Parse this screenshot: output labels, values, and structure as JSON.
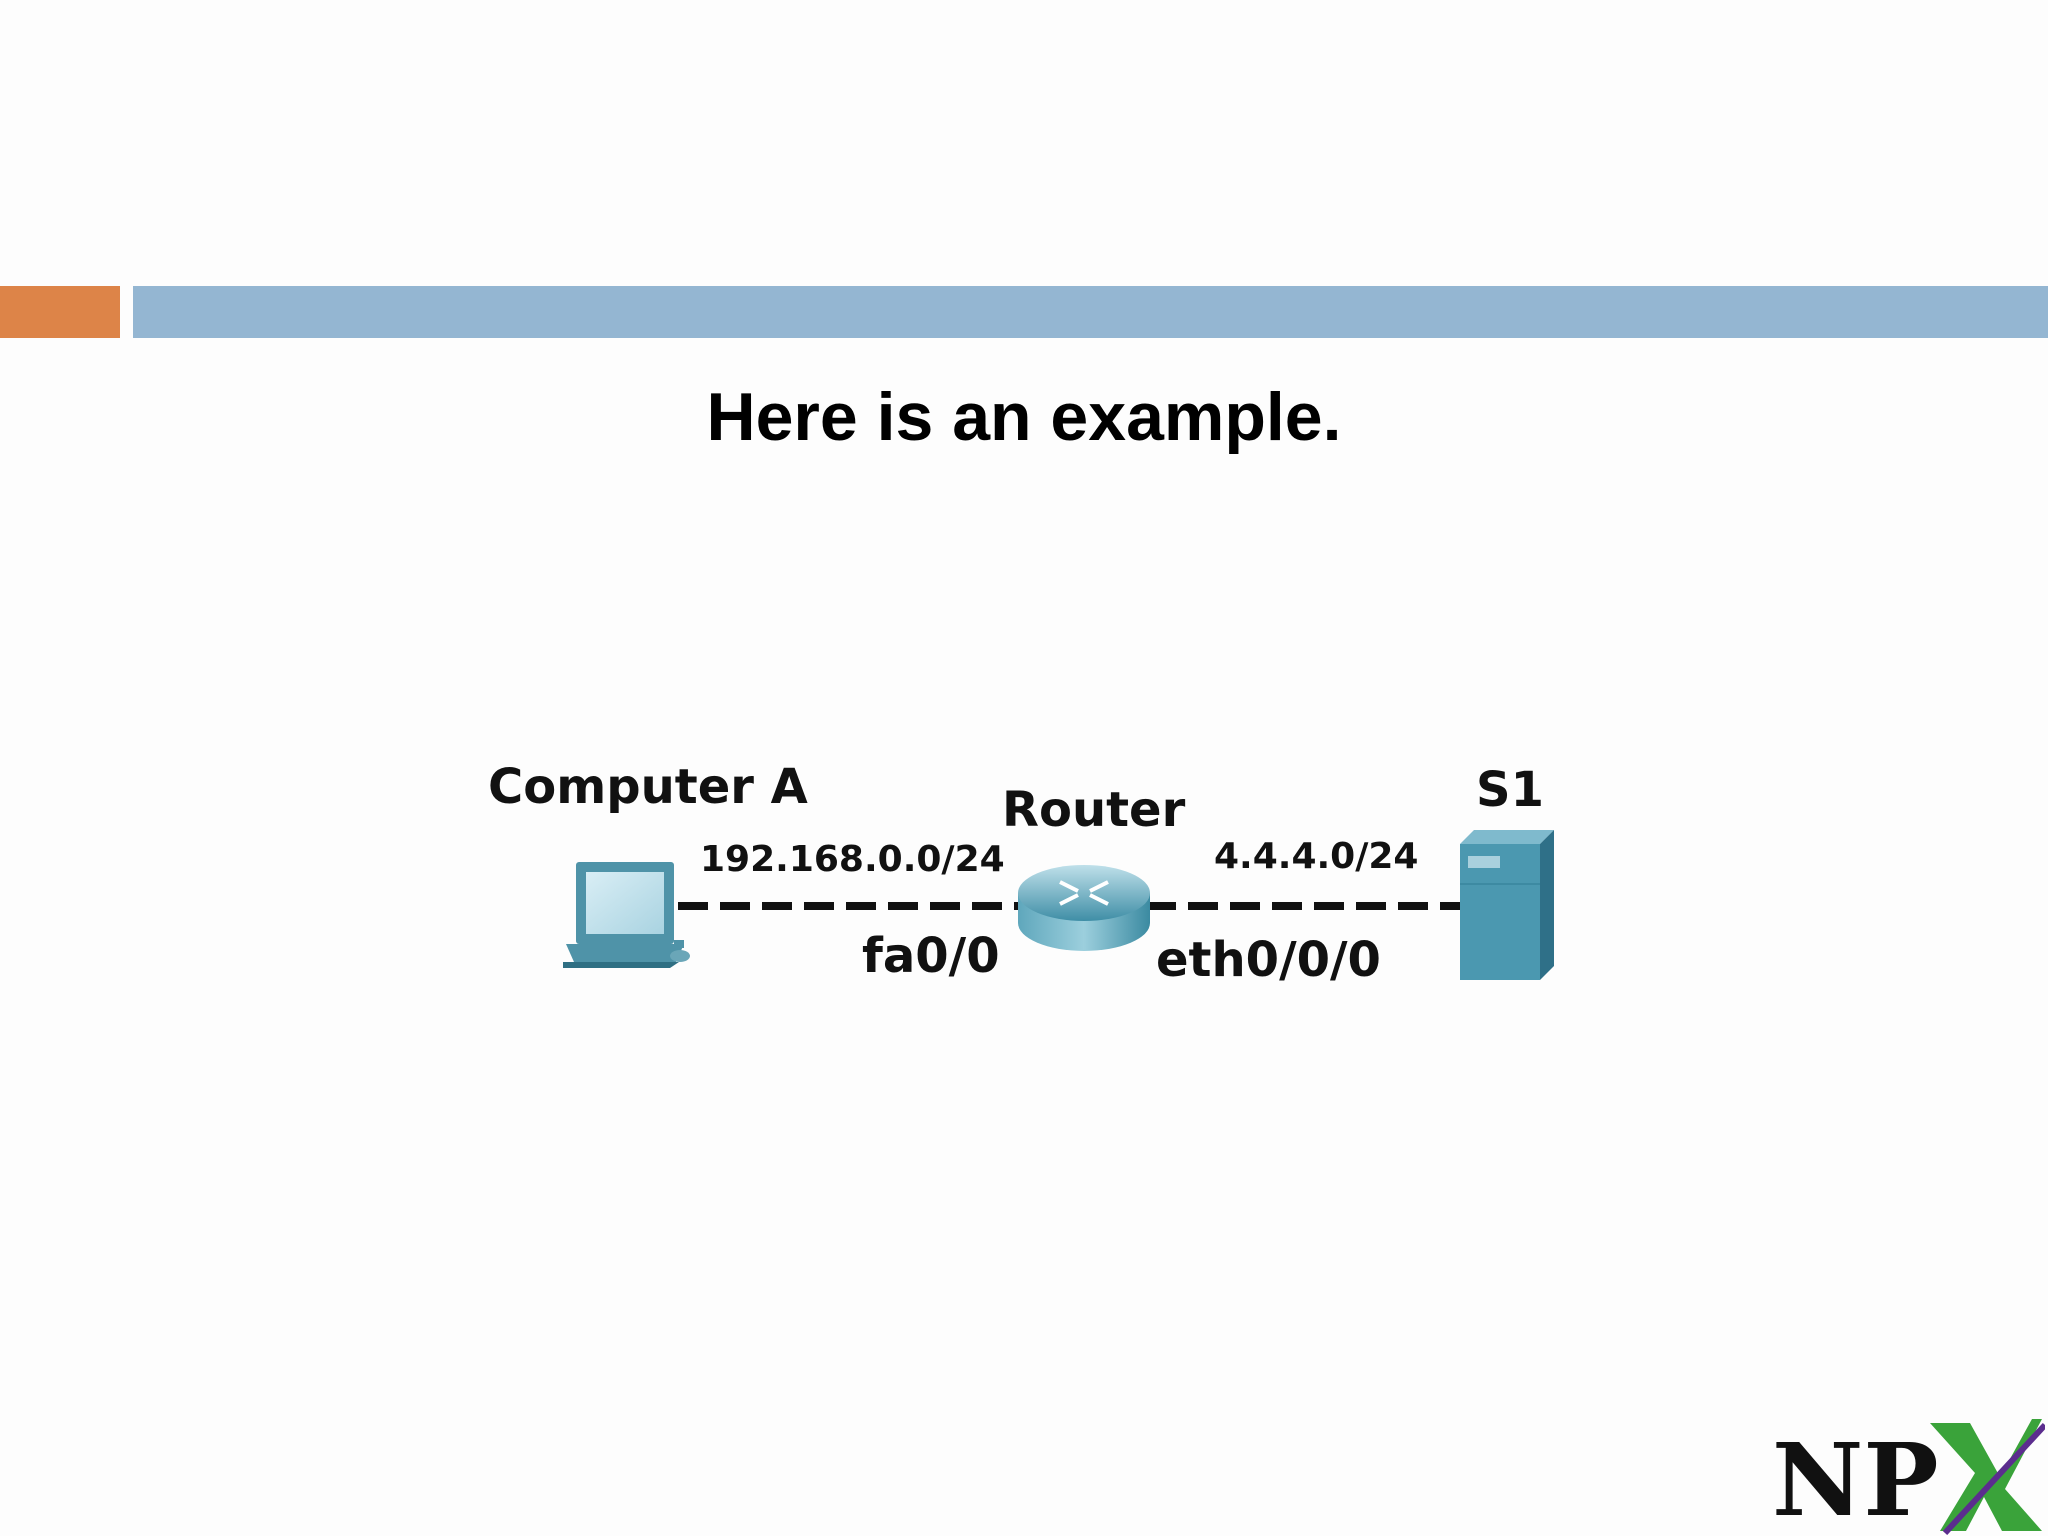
{
  "slide": {
    "title": "Here is an example.",
    "colors": {
      "background": "#fdfdfd",
      "accent_orange": "#dd8448",
      "accent_blue": "#94b6d2"
    }
  },
  "diagram": {
    "nodes": {
      "computer": {
        "label": "Computer A",
        "icon": "laptop-icon"
      },
      "router": {
        "label": "Router",
        "icon": "router-icon"
      },
      "server": {
        "label": "S1",
        "icon": "server-icon"
      }
    },
    "links": [
      {
        "network": "192.168.0.0/24",
        "interface": "fa0/0"
      },
      {
        "network": "4.4.4.0/24",
        "interface": "eth0/0/0"
      }
    ]
  },
  "logo": {
    "text": "NPX",
    "colors": {
      "letters": "#111111",
      "x_green": "#3aa33a",
      "x_purple": "#5b2d8e"
    }
  }
}
